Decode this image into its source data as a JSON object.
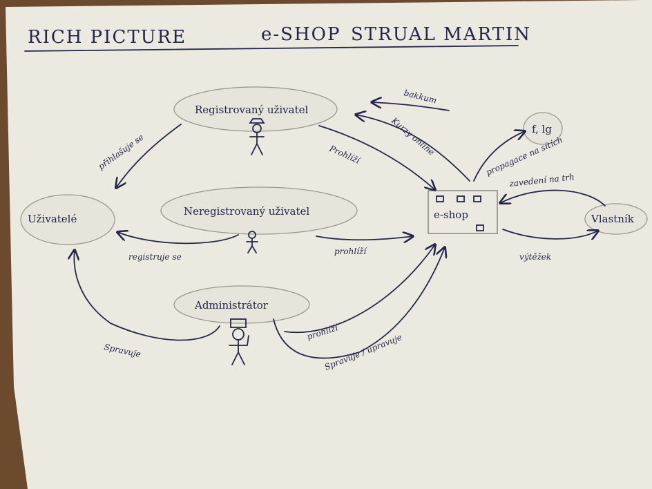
{
  "title": "RICH PICTURE",
  "subtitle": "e-SHOP",
  "author": "STRUAL MARTIN",
  "nodes": {
    "registered_user": "Registrovaný uživatel",
    "users": "Uživatelé",
    "unregistered_user": "Neregistrovaný uživatel",
    "administrator": "Administrátor",
    "eshop": "e-shop",
    "fig": "f, lg",
    "owner": "Vlastník"
  },
  "edges": {
    "prihlasuje_se": "přihlašuje se",
    "registruje_se": "registruje se",
    "spravuje": "Spravuje",
    "prohlizi_reg": "Prohlíží",
    "prohlizi_unreg": "prohlíží",
    "prohlizi_admin": "prohlíží",
    "spravuje_upravuje": "Spravuje / upravuje",
    "bakkum": "bakkum",
    "kurzy_online": "Kurzy online",
    "propagace": "propagace na sítích",
    "zavedeni": "zavedení na trh",
    "vytezek": "výtěžek"
  },
  "colors": {
    "paper": "#ebe9e0",
    "ink": "#23264a",
    "pencil": "#9a978c",
    "background": "#6b4a2e"
  }
}
